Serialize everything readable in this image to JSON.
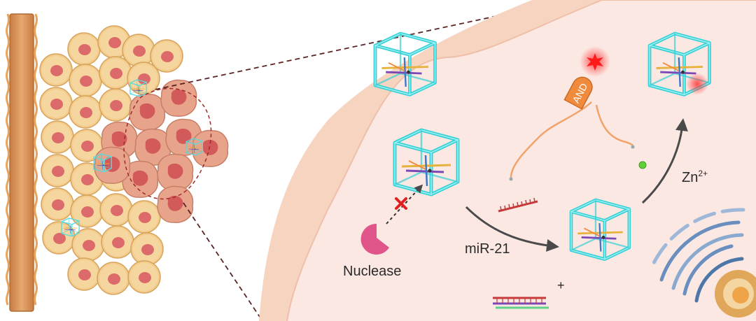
{
  "labels": {
    "nuclease": "Nuclease",
    "mir21": "miR-21",
    "zn": "Zn",
    "zn_charge": "2+",
    "and_gate": "AND",
    "plus": "+"
  },
  "colors": {
    "tissue_wall": "#d9935a",
    "normal_cell": "#f4d39a",
    "normal_nucleus": "#df6b6b",
    "tumor_cell": "#e9a48c",
    "tumor_nucleus": "#d45b5b",
    "cell_interior": "#fbe9e5",
    "membrane": "#f6d2bf",
    "dna_cage": "#3ed7d9",
    "nuclease": "#e0558a",
    "and_gate": "#f08a3c",
    "signal": "#ff2a2a",
    "zinc_ion": "#5fd03a",
    "nucleus_arcs": "#5b86b8"
  },
  "icons": [
    "nuclease-icon",
    "and-gate-icon",
    "dna-cage-icon",
    "fluorescence-signal-icon",
    "zinc-ion-icon",
    "mirna-strand-icon",
    "duplex-icon"
  ]
}
